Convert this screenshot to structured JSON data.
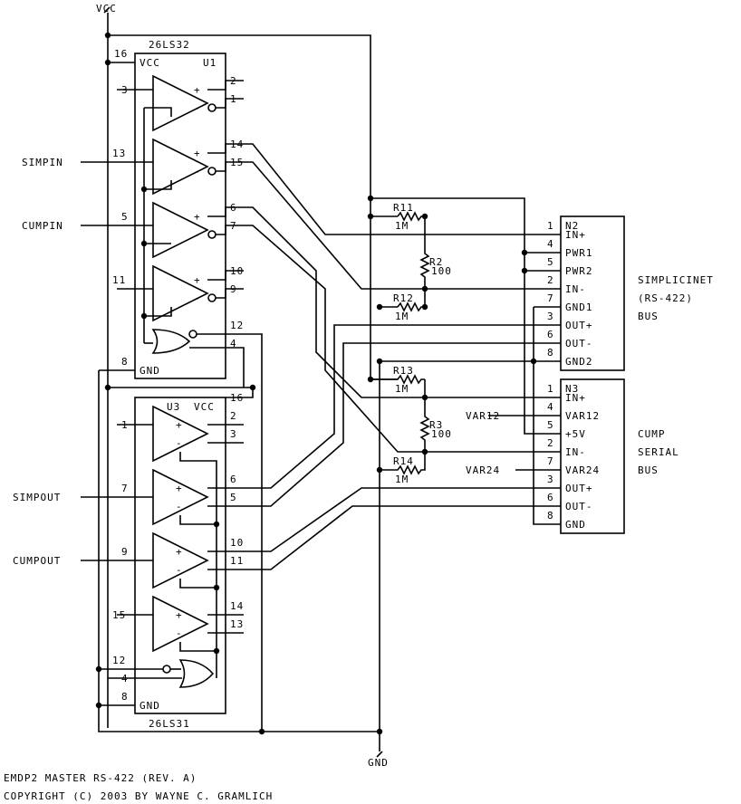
{
  "power": {
    "vcc": "VCC",
    "gnd": "GND"
  },
  "u1": {
    "part": "26LS32",
    "ref": "U1",
    "vcc_label": "VCC",
    "gnd_label": "GND",
    "pins": {
      "vcc": "16",
      "a_in": "3",
      "b_in": "13",
      "c_in": "5",
      "d_in": "11",
      "a_p": "2",
      "a_n": "1",
      "b_p": "14",
      "b_n": "15",
      "c_p": "6",
      "c_n": "7",
      "d_p": "10",
      "d_n": "9",
      "en1": "12",
      "en2": "4",
      "gnd": "8"
    }
  },
  "u3": {
    "part": "26LS31",
    "ref": "U3",
    "vcc_label": "VCC",
    "gnd_label": "GND",
    "pins": {
      "vcc": "16",
      "a_in": "1",
      "b_in": "7",
      "c_in": "9",
      "d_in": "15",
      "a_p": "2",
      "a_n": "3",
      "b_p": "6",
      "b_n": "5",
      "c_p": "10",
      "c_n": "11",
      "d_p": "14",
      "d_n": "13",
      "en1": "12",
      "en2": "4",
      "gnd": "8"
    }
  },
  "nets": {
    "simpin": "SIMPIN",
    "cumpin": "CUMPIN",
    "simpout": "SIMPOUT",
    "cumpout": "CUMPOUT",
    "var12": "VAR12",
    "var24": "VAR24"
  },
  "resistors": {
    "r11": {
      "ref": "R11",
      "value": "1M"
    },
    "r2": {
      "ref": "R2",
      "value": "100"
    },
    "r12": {
      "ref": "R12",
      "value": "1M"
    },
    "r13": {
      "ref": "R13",
      "value": "1M"
    },
    "r3": {
      "ref": "R3",
      "value": "100"
    },
    "r14": {
      "ref": "R14",
      "value": "1M"
    }
  },
  "n2": {
    "ref": "N2",
    "caption": [
      "SIMPLICINET",
      "(RS-422)",
      "BUS"
    ],
    "pins": [
      {
        "num": "1",
        "label": "IN+"
      },
      {
        "num": "4",
        "label": "PWR1"
      },
      {
        "num": "5",
        "label": "PWR2"
      },
      {
        "num": "2",
        "label": "IN-"
      },
      {
        "num": "7",
        "label": "GND1"
      },
      {
        "num": "3",
        "label": "OUT+"
      },
      {
        "num": "6",
        "label": "OUT-"
      },
      {
        "num": "8",
        "label": "GND2"
      }
    ]
  },
  "n3": {
    "ref": "N3",
    "caption": [
      "CUMP",
      "SERIAL",
      "BUS"
    ],
    "pins": [
      {
        "num": "1",
        "label": "IN+"
      },
      {
        "num": "4",
        "label": "VAR12"
      },
      {
        "num": "5",
        "label": "+5V"
      },
      {
        "num": "2",
        "label": "IN-"
      },
      {
        "num": "7",
        "label": "VAR24"
      },
      {
        "num": "3",
        "label": "OUT+"
      },
      {
        "num": "6",
        "label": "OUT-"
      },
      {
        "num": "8",
        "label": "GND"
      }
    ]
  },
  "footer": {
    "title": "EMDP2 MASTER RS-422 (REV. A)",
    "copyright": "COPYRIGHT (C) 2003 BY WAYNE C. GRAMLICH"
  }
}
